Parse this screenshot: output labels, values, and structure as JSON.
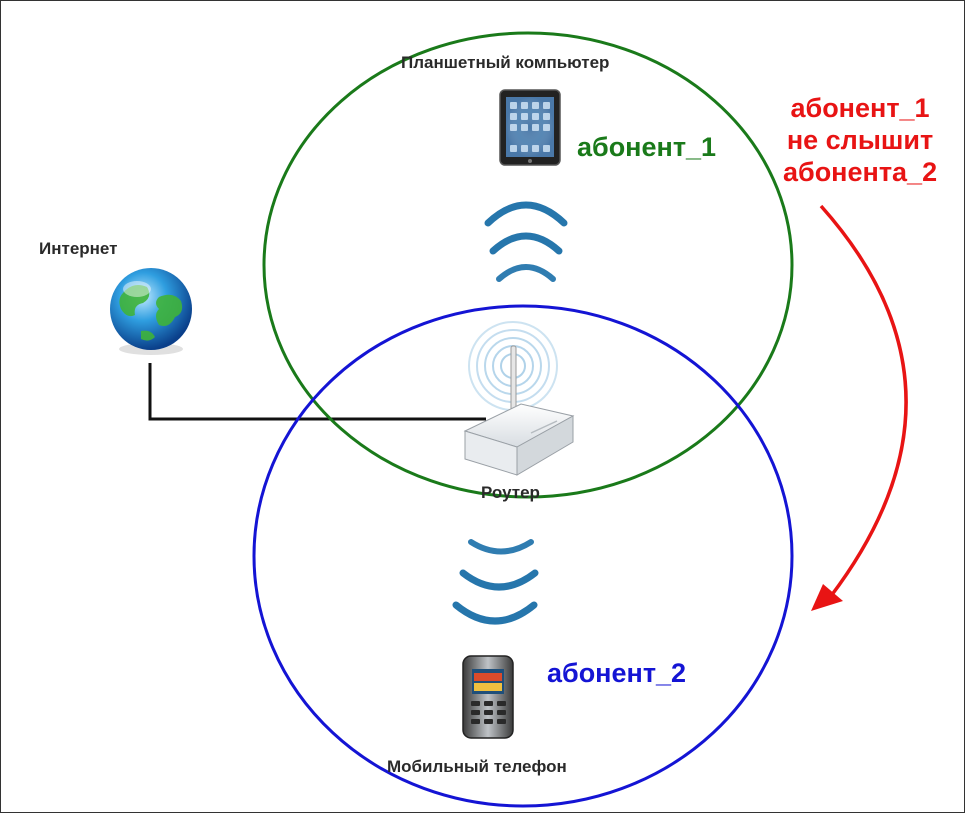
{
  "labels": {
    "internet": "Интернет",
    "tablet": "Планшетный компьютер",
    "router": "Роутер",
    "phone": "Мобильный телефон"
  },
  "subscribers": {
    "subscriber_1": "абонент_1",
    "subscriber_2": "абонент_2"
  },
  "note_lines": [
    "абонент_1",
    "не слышит",
    "абонента_2"
  ],
  "colors": {
    "subscriber_1_circle": "#1a7a1a",
    "subscriber_2_circle": "#1414d4",
    "note": "#e81414",
    "wifi_wave": "#1a6fa8",
    "cable": "#111111"
  },
  "icons": [
    "globe-icon",
    "tablet-icon",
    "router-icon",
    "mobile-phone-icon",
    "wifi-signal-icon"
  ]
}
